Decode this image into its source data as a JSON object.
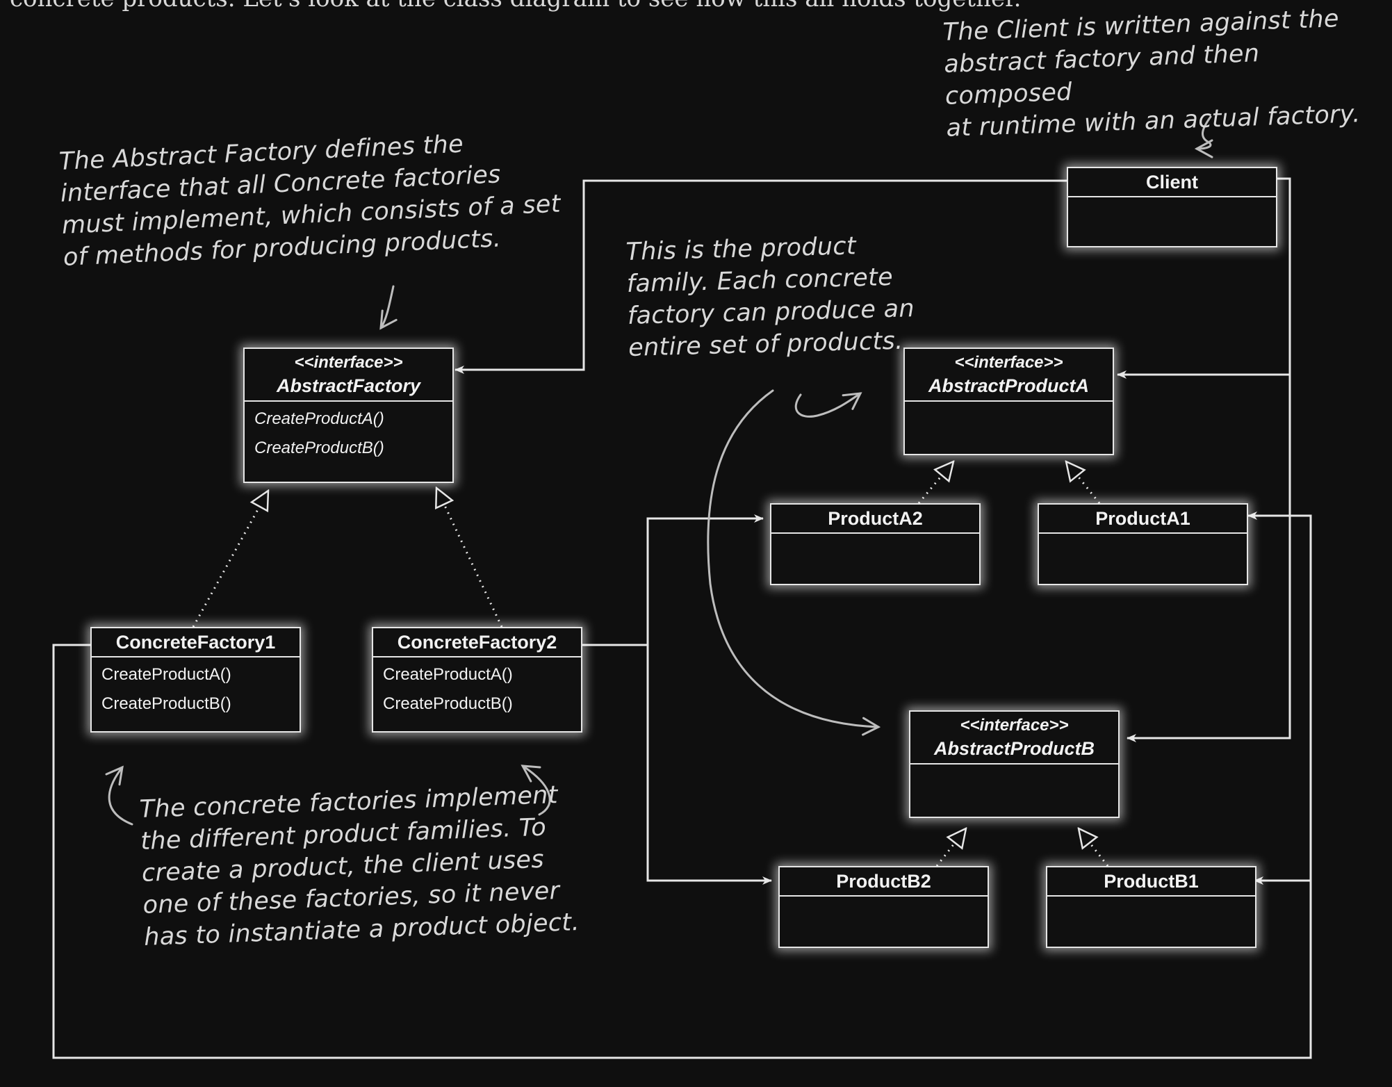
{
  "intro_text": "concrete products. Let's look at the class diagram to see how this all holds together.",
  "notes": {
    "client_note": [
      "The Client is written against the",
      "abstract factory and then composed",
      "at runtime with an actual factory."
    ],
    "factory_note": [
      "The Abstract Factory defines the",
      "interface that all Concrete factories",
      "must implement, which consists of a set",
      "of methods for producing products."
    ],
    "family_note": [
      "This is the product",
      "family. Each concrete",
      "factory can produce an",
      "entire set of products."
    ],
    "concrete_note": [
      "The concrete factories implement",
      "the different product families. To",
      "create a product, the client uses",
      "one of these factories, so it never",
      "has to instantiate a product object."
    ]
  },
  "classes": {
    "client": {
      "name": "Client"
    },
    "abstract_factory": {
      "stereotype": "<<interface>>",
      "name": "AbstractFactory",
      "methods": [
        "CreateProductA()",
        "CreateProductB()"
      ]
    },
    "concrete_factory1": {
      "name": "ConcreteFactory1",
      "methods": [
        "CreateProductA()",
        "CreateProductB()"
      ]
    },
    "concrete_factory2": {
      "name": "ConcreteFactory2",
      "methods": [
        "CreateProductA()",
        "CreateProductB()"
      ]
    },
    "abstract_product_a": {
      "stereotype": "<<interface>>",
      "name": "AbstractProductA"
    },
    "abstract_product_b": {
      "stereotype": "<<interface>>",
      "name": "AbstractProductB"
    },
    "product_a1": {
      "name": "ProductA1"
    },
    "product_a2": {
      "name": "ProductA2"
    },
    "product_b1": {
      "name": "ProductB1"
    },
    "product_b2": {
      "name": "ProductB2"
    }
  },
  "colors": {
    "background": "#0f0f0f",
    "line": "#e6e6e6",
    "note_text": "#d9d9d9"
  }
}
